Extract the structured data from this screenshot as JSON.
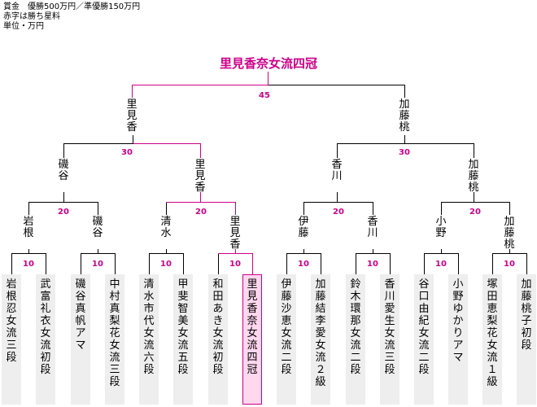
{
  "notes": [
    "賞金　優勝500万円／準優勝150万円",
    "赤字は勝ち星料",
    "単位・万円"
  ],
  "title": "里見香奈女流四冠",
  "prizes": {
    "final": "45",
    "semi_left": "30",
    "semi_right": "30",
    "qf1": "20",
    "qf2": "20",
    "qf3": "20",
    "qf4": "20",
    "r1": [
      "10",
      "10",
      "10",
      "10",
      "10",
      "10",
      "10",
      "10"
    ]
  },
  "finalists": {
    "left": "里見香",
    "right": "加藤桃"
  },
  "semifinalists": [
    "磯谷",
    "里見香",
    "香川",
    "加藤桃"
  ],
  "quarterfinalists": [
    "岩根",
    "磯谷",
    "清水",
    "里見香",
    "伊藤",
    "香川",
    "小野",
    "加藤桃"
  ],
  "players": [
    "岩根　忍女流三段",
    "武富礼衣女流初段",
    "磯谷真帆アマ",
    "中村真梨花女流三段",
    "清水市代女流六段",
    "甲斐智美女流五段",
    "和田あき女流初段",
    "里見香奈女流四冠",
    "伊藤沙恵女流二段",
    "加藤結李愛女流２級",
    "鈴木環那女流二段",
    "香川愛生女流三段",
    "谷口由紀女流二段",
    "小野ゆかりアマ",
    "塚田恵梨花女流１級",
    "加藤桃子初段"
  ]
}
